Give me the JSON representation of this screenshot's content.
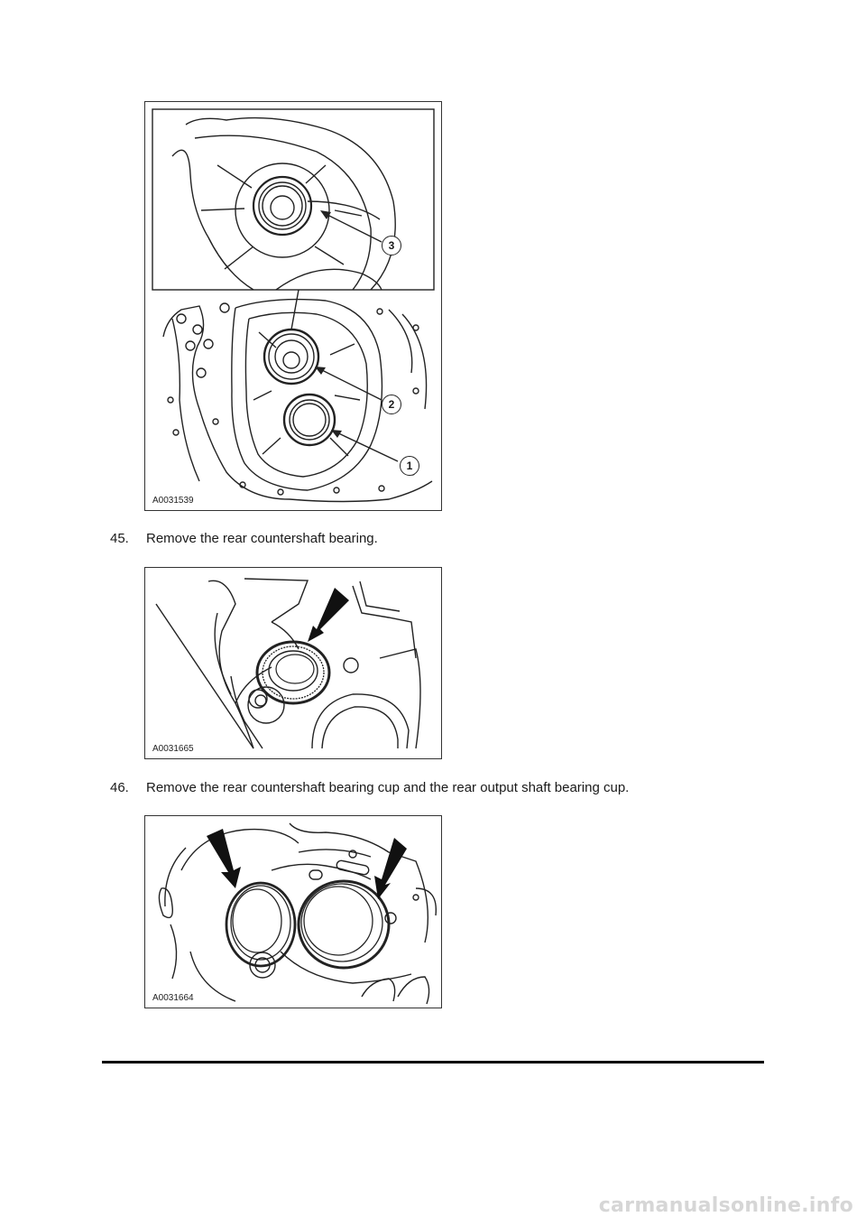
{
  "figures": [
    {
      "code": "A0031539",
      "callouts": [
        "3",
        "2",
        "1"
      ]
    },
    {
      "code": "A0031665"
    },
    {
      "code": "A0031664"
    }
  ],
  "steps": [
    {
      "number": "45.",
      "text": "Remove the rear countershaft bearing."
    },
    {
      "number": "46.",
      "text": "Remove the rear countershaft bearing cup and the rear output shaft bearing cup."
    }
  ],
  "watermark": "carmanualsonline.info"
}
